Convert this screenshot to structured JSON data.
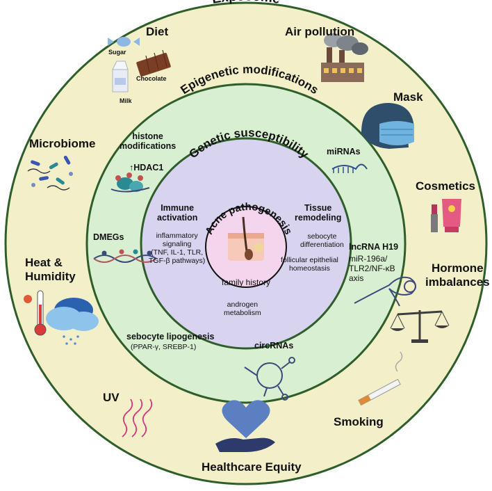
{
  "rings": {
    "exposome": "Exposome",
    "epigenetic": "Epigenetic modifications",
    "genetic": "Genetic susceptibility",
    "core": "Acne pathogenesis",
    "family": "family history"
  },
  "exposome_factors": {
    "diet": "Diet",
    "sugar": "Sugar",
    "chocolate": "Chocolate",
    "milk": "Milk",
    "air_pollution": "Air pollution",
    "mask": "Mask",
    "cosmetics": "Cosmetics",
    "hormone1": "Hormone",
    "hormone2": "imbalances",
    "smoking": "Smoking",
    "healthcare": "Healthcare Equity",
    "uv": "UV",
    "heat1": "Heat &",
    "heat2": "Humidity",
    "microbiome": "Microbiome"
  },
  "epigenetic_factors": {
    "histone1": "histone",
    "histone2": "modifications",
    "hdac1": "HDAC1",
    "mirnas": "miRNAs",
    "dmegs": "DMEGs",
    "lncrna": "lncRNA H19",
    "lnc_sub1": "miR-196a/",
    "lnc_sub2": "TLR2/NF-κB",
    "lnc_sub3": "axis",
    "sebo_lipo": "sebocyte lipogenesis",
    "sebo_lipo_sub": "(PPAR-γ, SREBP-1)",
    "circrnas": "circRNAs"
  },
  "genetic_factors": {
    "immune1": "Immune",
    "immune2": "activation",
    "infl1": "inflammatory",
    "infl2": "signaling",
    "infl3": "(TNF, IL-1, TLR,",
    "infl4": "TGF-β pathways)",
    "tissue1": "Tissue",
    "tissue2": "remodeling",
    "sebo1": "sebocyte",
    "sebo2": "differentiation",
    "foll1": "follicular epithelial",
    "foll2": "homeostasis",
    "andro1": "androgen",
    "andro2": "metabolism"
  },
  "colors": {
    "outer_ring": "#f3efc9",
    "middle_ring": "#d9efd2",
    "inner_ring": "#d8d3ee",
    "core": "#f3d6ee",
    "ring_border": "#2e5e2a",
    "heart": "#5b7fc1",
    "hand": "#2e3a6b"
  }
}
